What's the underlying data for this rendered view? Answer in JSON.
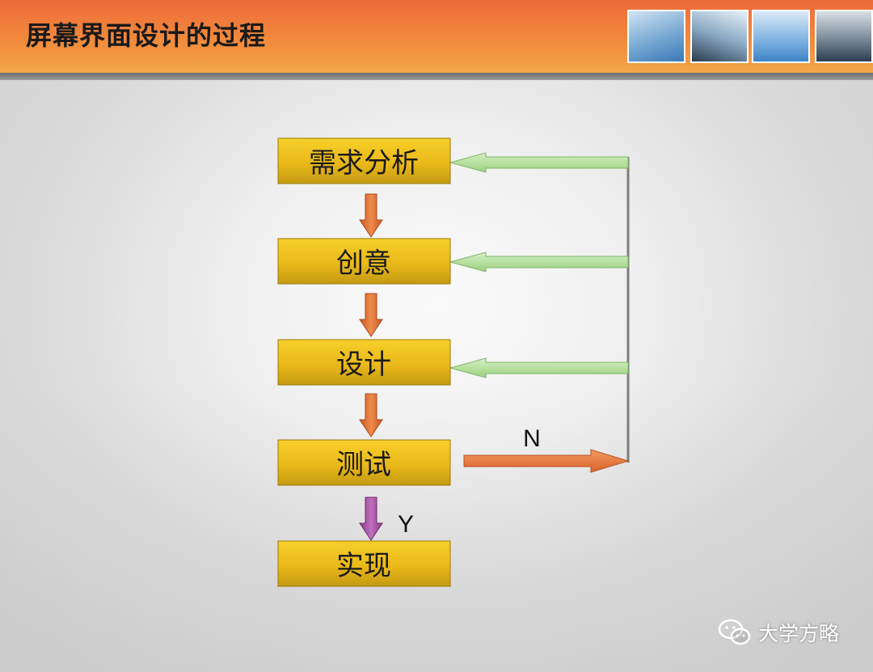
{
  "title": "屏幕界面设计的过程",
  "steps": [
    {
      "label": "需求分析"
    },
    {
      "label": "创意"
    },
    {
      "label": "设计"
    },
    {
      "label": "测试"
    },
    {
      "label": "实现"
    }
  ],
  "feedback_label": "N",
  "success_label": "Y",
  "watermark": "大学方略",
  "colors": {
    "box_top": "#f3c31b",
    "box_bottom": "#caa014",
    "down_arrow": "#e07034",
    "success_arrow": "#a14d9d",
    "feedback_arrow": "#a9dc8e",
    "fail_arrow": "#e37338",
    "loop_line": "#7e7e7e"
  },
  "icons": [
    "lab-flask-thumbnail",
    "office-worker-thumbnail",
    "world-map-thumbnail",
    "conference-room-thumbnail",
    "wechat-icon"
  ]
}
